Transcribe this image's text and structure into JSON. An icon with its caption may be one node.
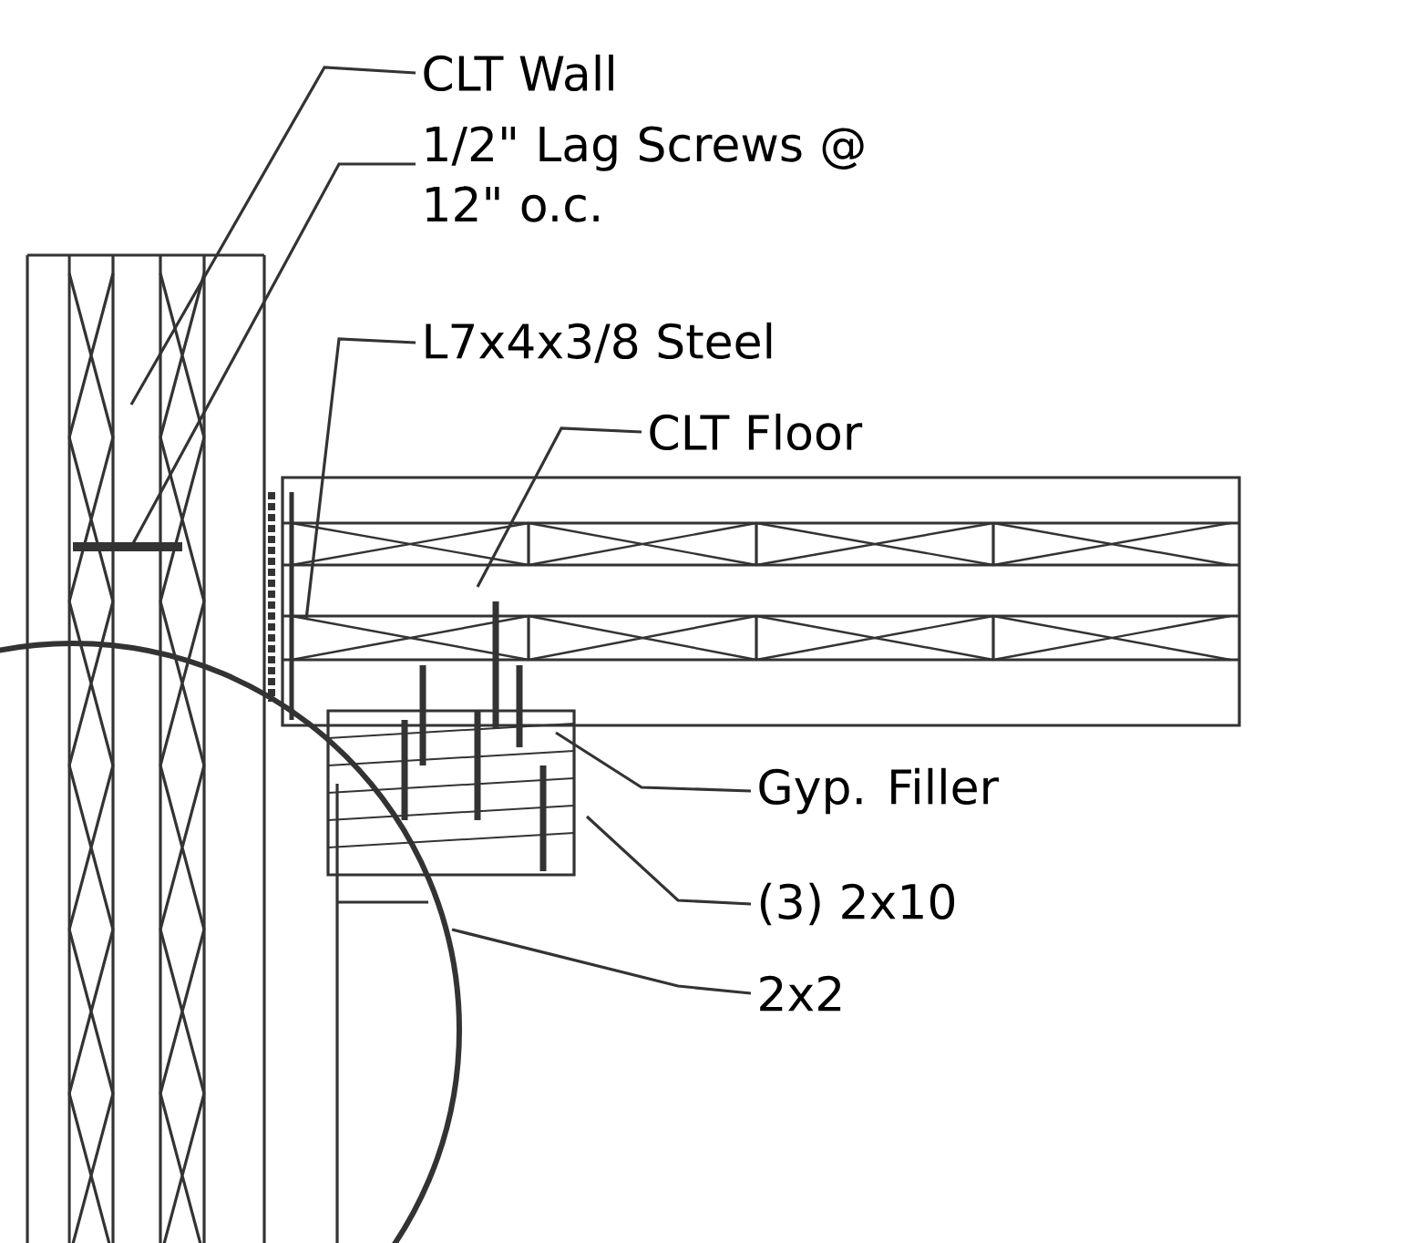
{
  "diagram": {
    "nodes": [
      {
        "text": [
          "CLT Wall"
        ]
      },
      {
        "text": [
          "1/2\" Lag Screws @ 12\" o.c."
        ]
      },
      {
        "text": [
          "L7x4x3/8 Steel"
        ]
      },
      {
        "text": [
          "CLT Floor"
        ]
      },
      {
        "text": [
          "Gyp. Filler"
        ]
      },
      {
        "text": [
          "(3) 2x10"
        ]
      },
      {
        "text": [
          "2x2"
        ]
      }
    ],
    "edges": [
      {
        "from": 0,
        "to": null,
        "arrow": "none"
      },
      {
        "from": 1,
        "to": null,
        "arrow": "none"
      },
      {
        "from": 2,
        "to": null,
        "arrow": "none"
      },
      {
        "from": 3,
        "to": null,
        "arrow": "none"
      },
      {
        "from": 4,
        "to": null,
        "arrow": "none"
      },
      {
        "from": 5,
        "to": null,
        "arrow": "none"
      },
      {
        "from": 6,
        "to": null,
        "arrow": "none"
      }
    ]
  }
}
